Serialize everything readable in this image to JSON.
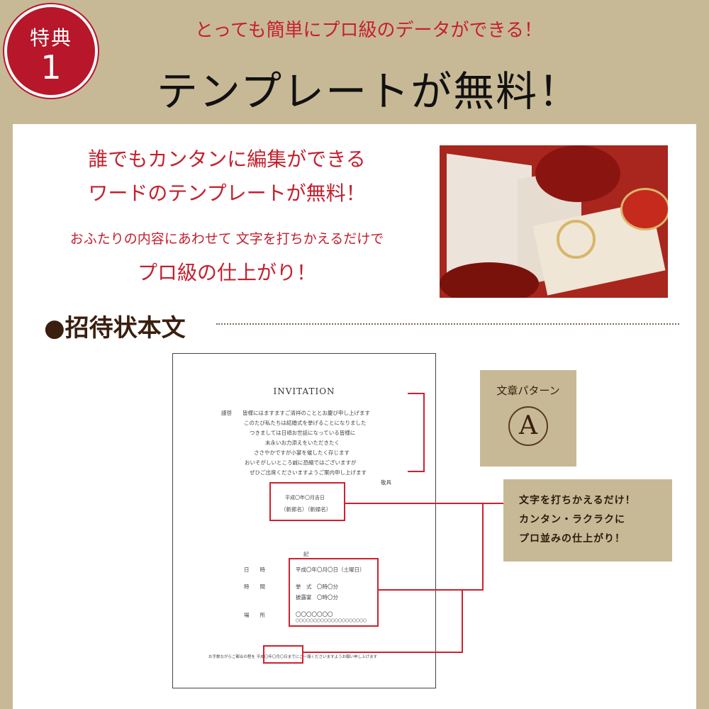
{
  "badge": {
    "label": "特典",
    "number": "1"
  },
  "header": {
    "subtitle": "とっても簡単にプロ級のデータができる！",
    "title": "テンプレートが無料！"
  },
  "intro": {
    "line1": "誰でもカンタンに編集ができる",
    "line2": "ワードのテンプレートが無料！",
    "line3": "おふたりの内容にあわせて 文字を打ちかえるだけで",
    "line4": "プロ級の仕上がり！"
  },
  "section": {
    "title": "●招待状本文"
  },
  "document": {
    "heading": "INVITATION",
    "salutation": "謹啓",
    "body": [
      "皆様にはますますご清祥のこととお慶び申し上げます",
      "このたび私たちは結婚式を挙げることになりました",
      "つきましては日頃お世話になっている皆様に",
      "末永いお力添えをいただきたく",
      "ささやかですが小宴を催したく存じます",
      "おいそがしいところ誠に恐縮ではございますが",
      "ぜひご出席くださいますようご案内申し上げます"
    ],
    "closing": "敬具",
    "date": "平成〇年〇月吉日",
    "names": "（新郎名）（新婦名）",
    "ki": "記",
    "rows": [
      {
        "label": "日　　時",
        "value": "平成〇年〇月〇日（土曜日）"
      },
      {
        "label": "時　　間",
        "value": "挙　式　〇時〇分",
        "value2": "披露宴　〇時〇分"
      },
      {
        "label": "場　　所",
        "value": "〇〇〇〇〇〇〇",
        "value2": "〇〇〇〇〇〇〇〇〇〇〇〇〇〇〇〇〇〇〇〇"
      }
    ],
    "footer": "お手数ながらご都合の程を 平成〇年〇月〇日までにご一報くださいますようお願い申し上げます"
  },
  "pattern": {
    "label": "文章パターン",
    "letter": "A"
  },
  "note": {
    "line1": "文字を打ちかえるだけ！",
    "line2": "カンタン・ラクラクに",
    "line3": "プロ並みの仕上がり！"
  },
  "colors": {
    "background": "#c8b996",
    "accent": "#c4202e",
    "badge": "#b8162a"
  }
}
